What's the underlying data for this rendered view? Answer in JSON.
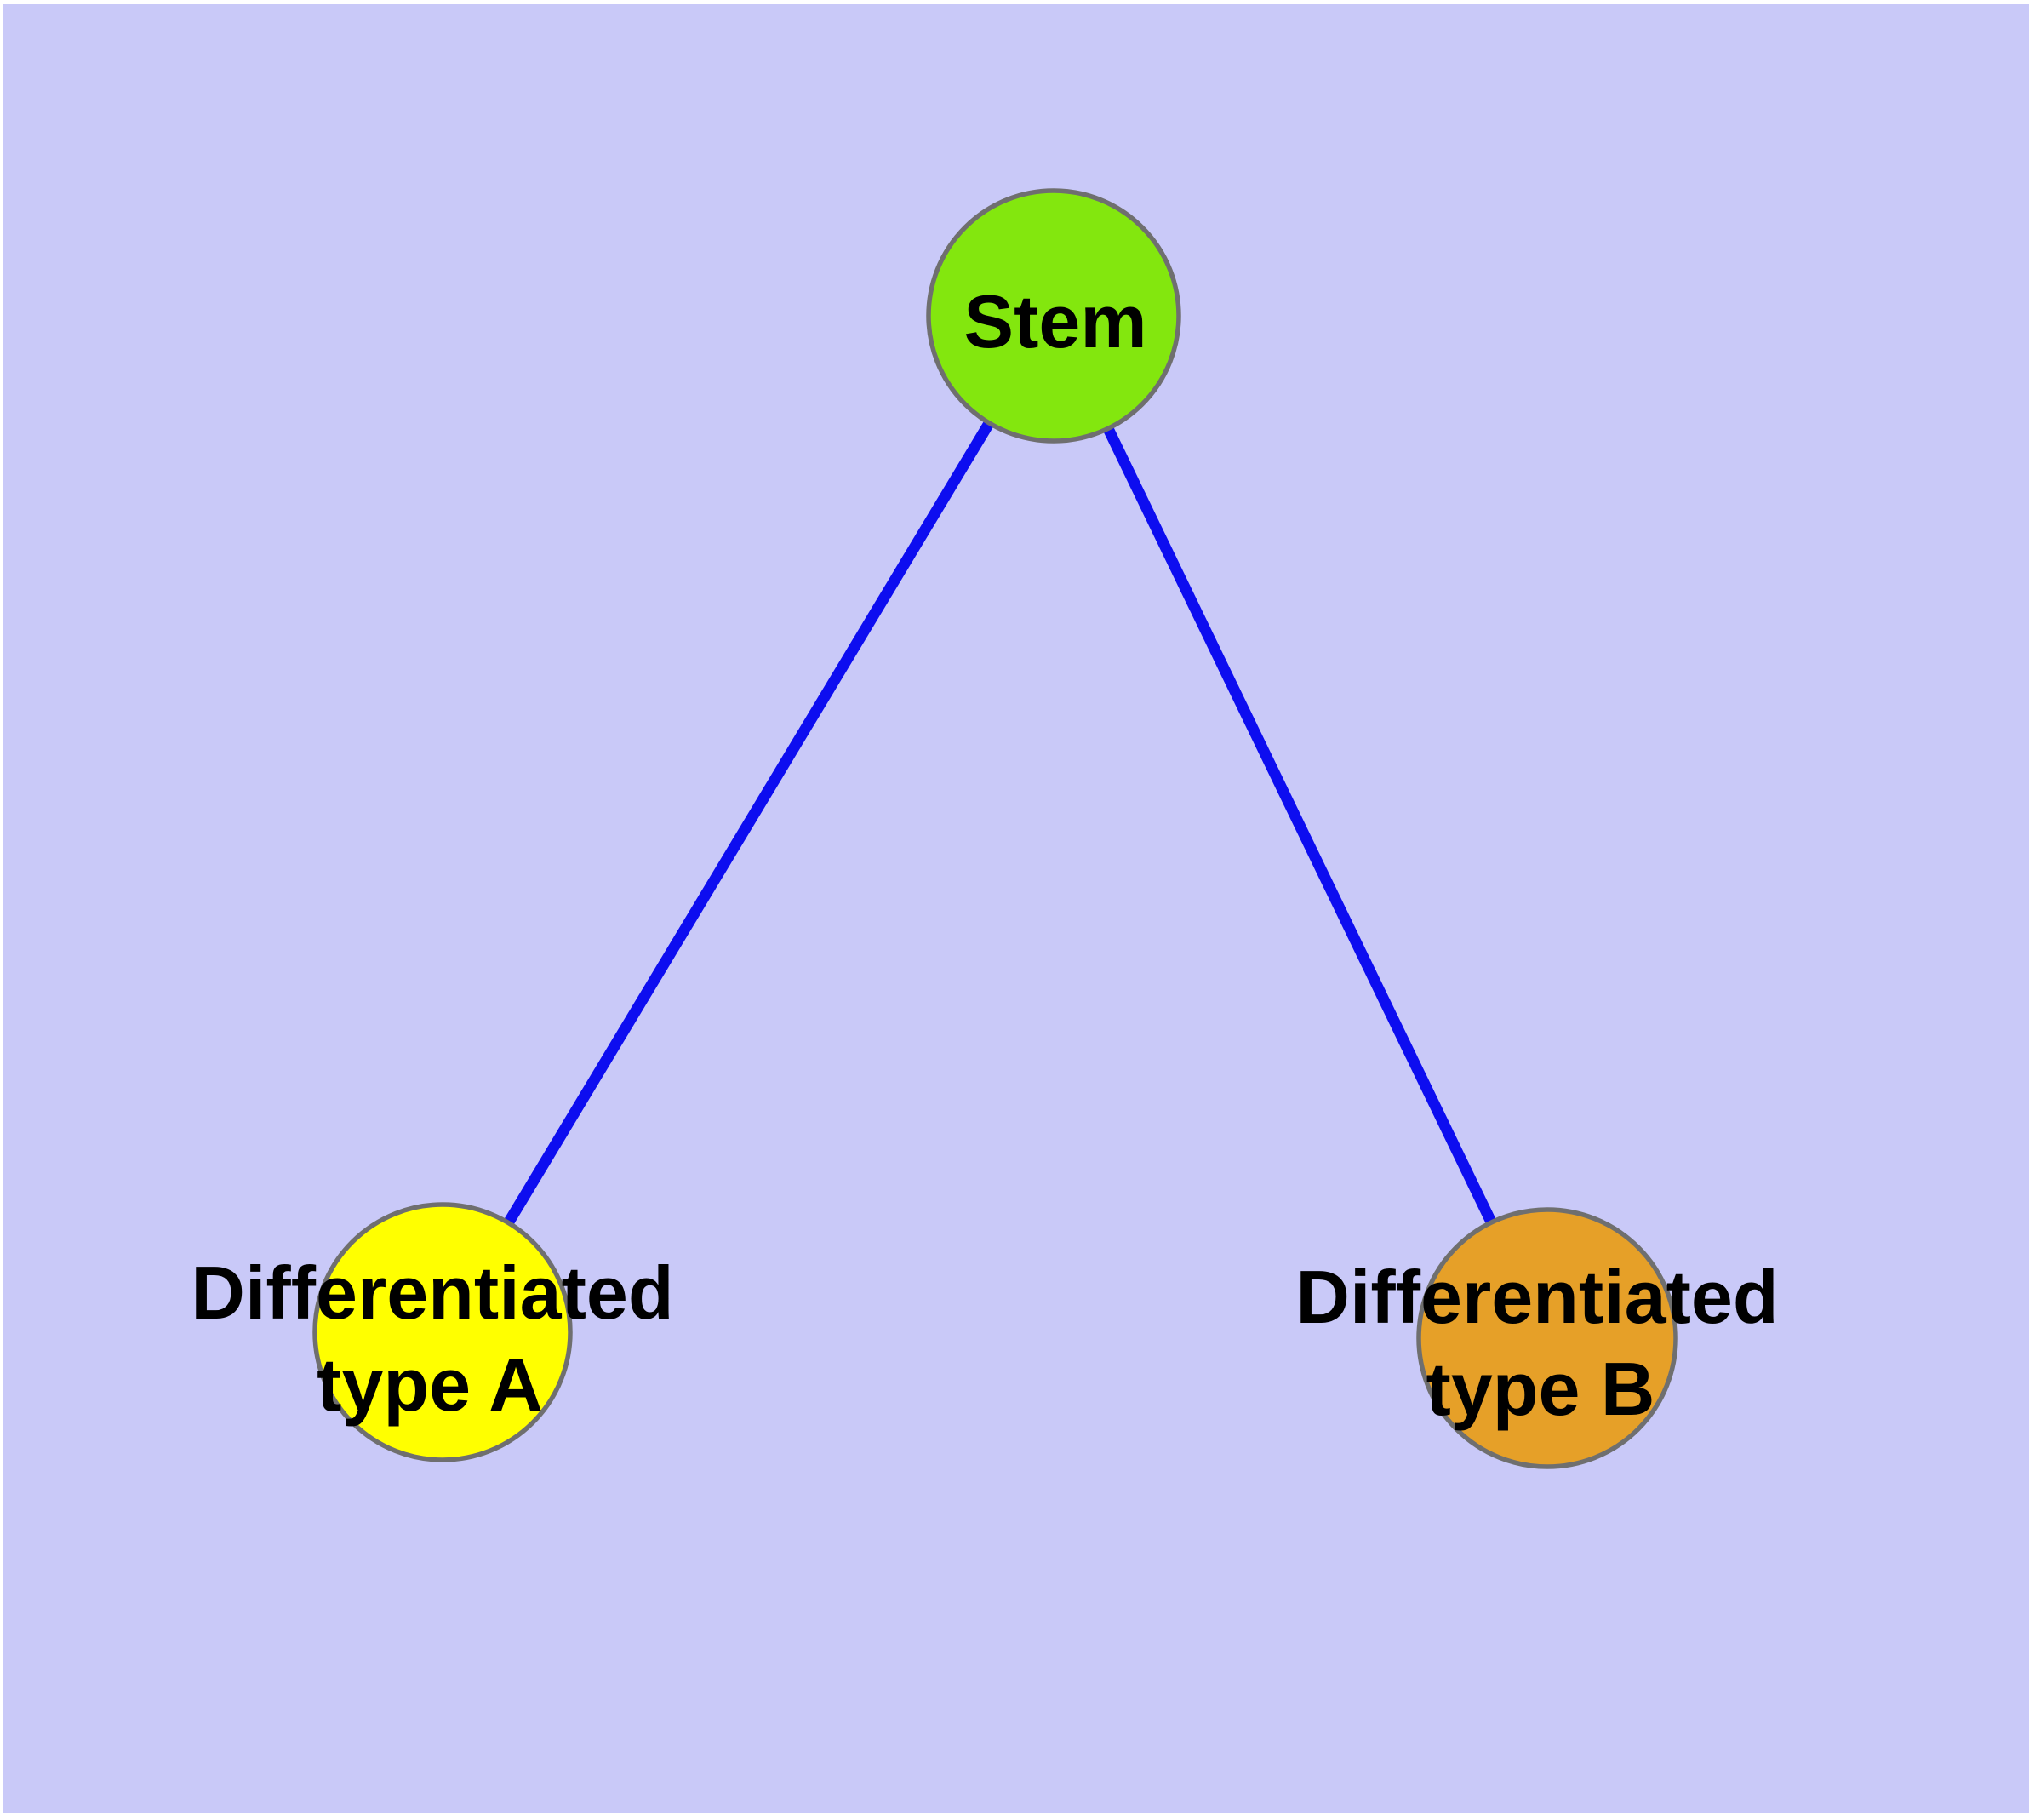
{
  "diagram": {
    "type": "graph",
    "description": "Stem cell differentiation tree: Stem node connects to two differentiated cell type nodes",
    "colors": {
      "page_margin": "#ffffff",
      "background": "#c9c9f8",
      "edge": "#0d0df0",
      "node_border": "#6f6f6f",
      "label_text": "#000000"
    },
    "nodes": {
      "stem": {
        "label": "Stem",
        "color": "#83e70e"
      },
      "type_a": {
        "line1": "Differentiated",
        "line2": "type A",
        "label": "Differentiated type A",
        "color": "#ffff00"
      },
      "type_b": {
        "line1": "Differentiated",
        "line2": "type B",
        "label": "Differentiated type B",
        "color": "#e6a028"
      }
    },
    "edges": [
      {
        "from": "Stem",
        "to": "Differentiated type A"
      },
      {
        "from": "Stem",
        "to": "Differentiated type B"
      }
    ]
  }
}
